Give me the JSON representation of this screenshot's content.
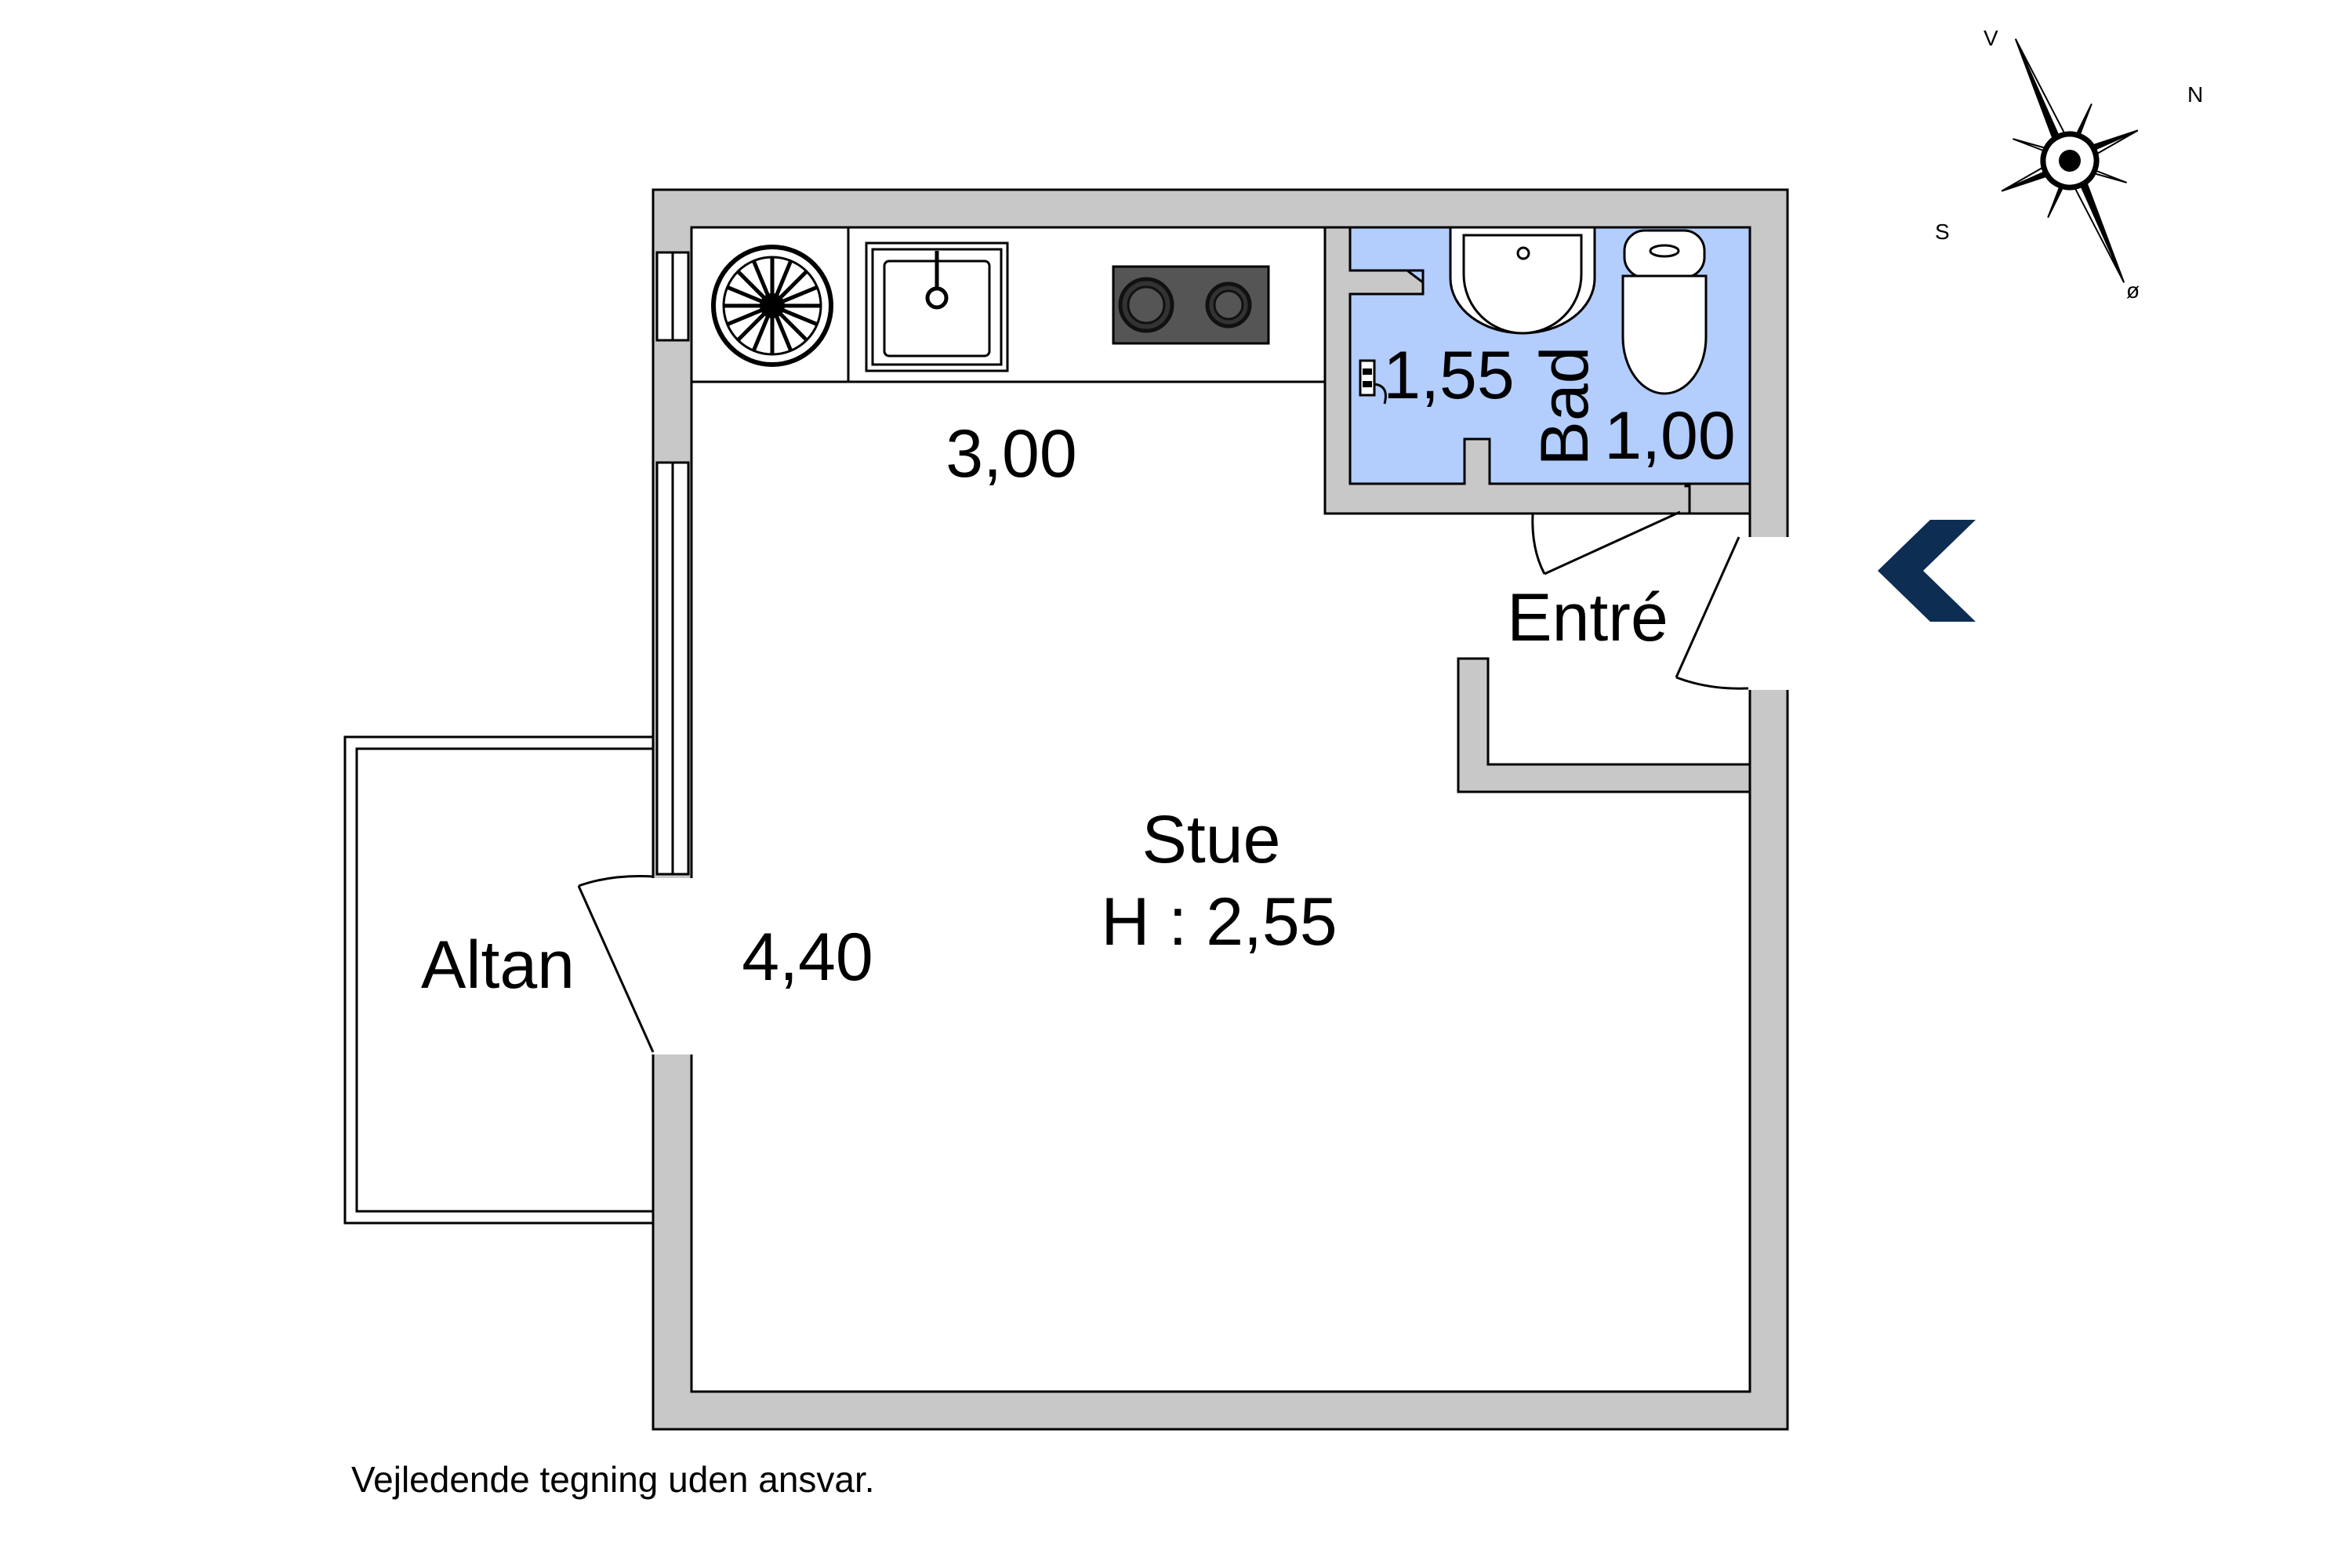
{
  "rooms": {
    "stue": {
      "name": "Stue",
      "height_label": "H : 2,55"
    },
    "bad": {
      "name": "Bad",
      "dim_a": "1,55",
      "dim_b": "1,00"
    },
    "entre": {
      "name": "Entré"
    },
    "altan": {
      "name": "Altan"
    }
  },
  "dimensions": {
    "width": "3,00",
    "length": "4,40"
  },
  "disclaimer": "Vejledende tegning uden ansvar.",
  "compass": {
    "north": "N",
    "south": "S",
    "west": "V",
    "east": "ø"
  },
  "colors": {
    "wall": "#c8c8c8",
    "bathroom": "#b3cdfd",
    "entrance_marker": "#0e2d52",
    "line": "#000000"
  },
  "icons": {
    "entrance_marker": "entrance-chevron-icon",
    "compass": "compass-rose-icon"
  }
}
